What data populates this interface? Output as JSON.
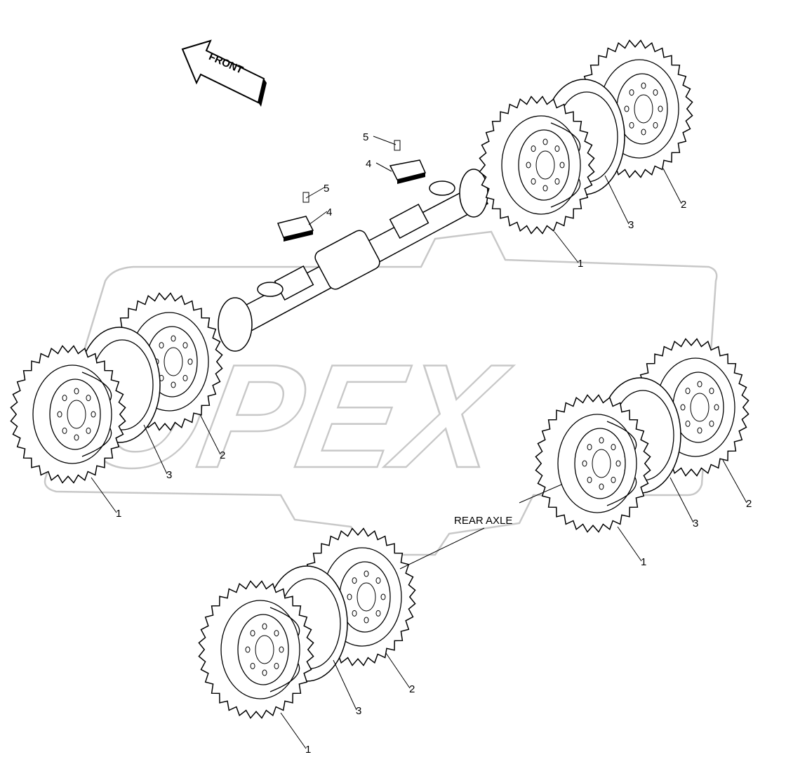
{
  "watermark": {
    "text": "OPEX",
    "color": "#c8c8c8"
  },
  "front_arrow": {
    "label": "FRONT"
  },
  "rear_axle_label": "REAR AXLE",
  "callouts": [
    {
      "text": "5",
      "part": "bolt-top"
    },
    {
      "text": "4",
      "part": "pad-top"
    },
    {
      "text": "5",
      "part": "bolt-left"
    },
    {
      "text": "4",
      "part": "pad-left"
    },
    {
      "text": "1",
      "part": "front-right-inner-tire"
    },
    {
      "text": "3",
      "part": "front-right-spacer"
    },
    {
      "text": "2",
      "part": "front-right-outer-tire"
    },
    {
      "text": "1",
      "part": "front-left-inner-tire"
    },
    {
      "text": "3",
      "part": "front-left-spacer"
    },
    {
      "text": "2",
      "part": "front-left-outer-tire"
    },
    {
      "text": "1",
      "part": "rear-right-inner-tire"
    },
    {
      "text": "3",
      "part": "rear-right-spacer"
    },
    {
      "text": "2",
      "part": "rear-right-outer-tire"
    },
    {
      "text": "1",
      "part": "rear-left-inner-tire"
    },
    {
      "text": "3",
      "part": "rear-left-spacer"
    },
    {
      "text": "2",
      "part": "rear-left-outer-tire"
    }
  ]
}
